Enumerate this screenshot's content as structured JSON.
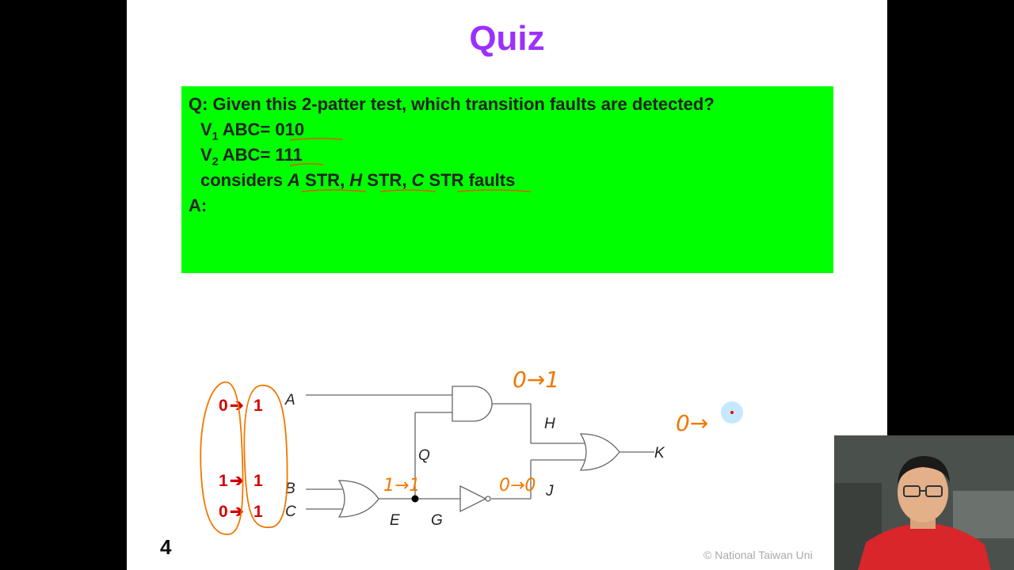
{
  "slide": {
    "title": "Quiz",
    "question": {
      "q_prefix": "Q: Given this 2-patter test, which transition faults are detected?",
      "v1_letter": "V",
      "v1_sub": "1",
      "v1_label": " ABC= ",
      "v1_value": "010",
      "v2_letter": "V",
      "v2_sub": "2",
      "v2_label": " ABC= ",
      "v2_value": "111",
      "considers_prefix": "considers ",
      "fault1_sig": "A",
      "fault1_type": " STR",
      "sep1": ", ",
      "fault2_sig": "H",
      "fault2_type": " STR",
      "sep2": ", ",
      "fault3_sig": "C",
      "fault3_type": " STR",
      "faults_suffix": " faults",
      "answer_label": "A:"
    },
    "page_number": "4",
    "copyright": "© National  Taiwan  Uni"
  },
  "circuit": {
    "labels": {
      "A": "A",
      "B": "B",
      "C": "C",
      "E": "E",
      "G": "G",
      "Q": "Q",
      "H": "H",
      "J": "J",
      "K": "K"
    },
    "inputs": [
      {
        "signal": "A",
        "v1": "0",
        "arrow": "➔",
        "v2": "1"
      },
      {
        "signal": "B",
        "v1": "1",
        "arrow": "➔",
        "v2": "1"
      },
      {
        "signal": "C",
        "v1": "0",
        "arrow": "➔",
        "v2": "1"
      }
    ],
    "annotations": {
      "H": "0→1",
      "K": "0→",
      "E": "1→1",
      "J": "0→0"
    }
  },
  "colors": {
    "title": "#9b30ff",
    "question_bg": "#00ff00",
    "input_values": "#d40000",
    "handwriting": "#f07800"
  }
}
